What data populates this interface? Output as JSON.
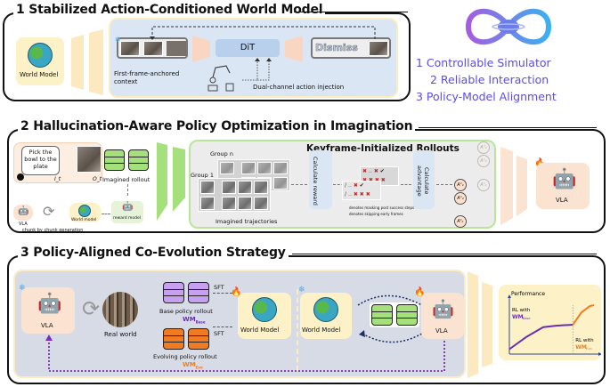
{
  "header": {
    "logo_icon": "infinity-robot-arm-globe-icon",
    "highlights": [
      "1 Controllable Simulator",
      "2 Reliable Interaction",
      "3 Policy-Model Alignment"
    ],
    "highlight_color": "#5b4de0"
  },
  "section1": {
    "title": "1 Stabilized Action-Conditioned World Model",
    "world_model_label": "World Model",
    "context_label_line1": "First-frame-anchored",
    "context_label_line2": "context",
    "dit_label": "DiT",
    "dismiss_label": "Dismiss",
    "action_label": "Dual-channel action injection"
  },
  "section2": {
    "title": "2 Hallucination-Aware Policy Optimization in Imagination",
    "instruction": "Pick the bowl to the plate",
    "instruction_symbol": "I_t",
    "observation_symbol": "O_t",
    "imagined_rollout_label": "Imagined rollout",
    "vla_label": "VLA",
    "world_model_label": "World model",
    "reward_model_label": "reward model",
    "chunk_label": "chunk by chunk generation",
    "keyframe_title": "Keyframe-Initialized Rollouts",
    "group_n_label": "Group n",
    "group_1_label": "Group 1",
    "trajectories_label": "Imagined trajectories",
    "calc_reward_label": "Calculate reward",
    "calc_advantage_label": "Calculate advantage",
    "legend_mask": "denotes masking post success steps",
    "legend_skip": "denotes skipping early frames",
    "advantages_active": [
      "A¹₁",
      "A¹₂",
      "A¹ₖ"
    ],
    "advantages_faded": [
      "Aⁿ₁",
      "Aⁿ₂",
      "Aⁿₖ"
    ],
    "vla_right_label": "VLA"
  },
  "section3": {
    "title": "3 Policy-Aligned Co-Evolution Strategy",
    "vla_label": "VLA",
    "real_world_label": "Real world",
    "base_rollout_label": "Base policy rollout",
    "base_wm_label": "WM",
    "base_wm_sub": "Base",
    "evolving_rollout_label": "Evolving policy rollout",
    "evo_wm_label": "WM",
    "evo_wm_sub": "Evo",
    "sft_label": "SFT",
    "world_model_label": "World Model",
    "world_model_label2": "World Model",
    "vla_right_label": "VLA",
    "colors": {
      "base": "#6a2fb0",
      "evo": "#f07b22"
    }
  },
  "chart_data": {
    "type": "line",
    "title": "Performance",
    "xlabel": "",
    "ylabel": "Performance",
    "series": [
      {
        "name": "RL with WM_Base",
        "color": "#6a2fb0",
        "x": [
          0,
          0.2,
          0.4,
          0.55,
          0.75
        ],
        "y": [
          0.1,
          0.35,
          0.55,
          0.58,
          0.6
        ]
      },
      {
        "name": "RL with WM_Evo",
        "color": "#f07b22",
        "x": [
          0.75,
          0.85,
          0.95,
          1.0
        ],
        "y": [
          0.6,
          0.85,
          0.98,
          1.0
        ]
      }
    ],
    "annotations": [
      "RL with WM_Base",
      "RL with WM_Evo"
    ],
    "grid": false
  }
}
